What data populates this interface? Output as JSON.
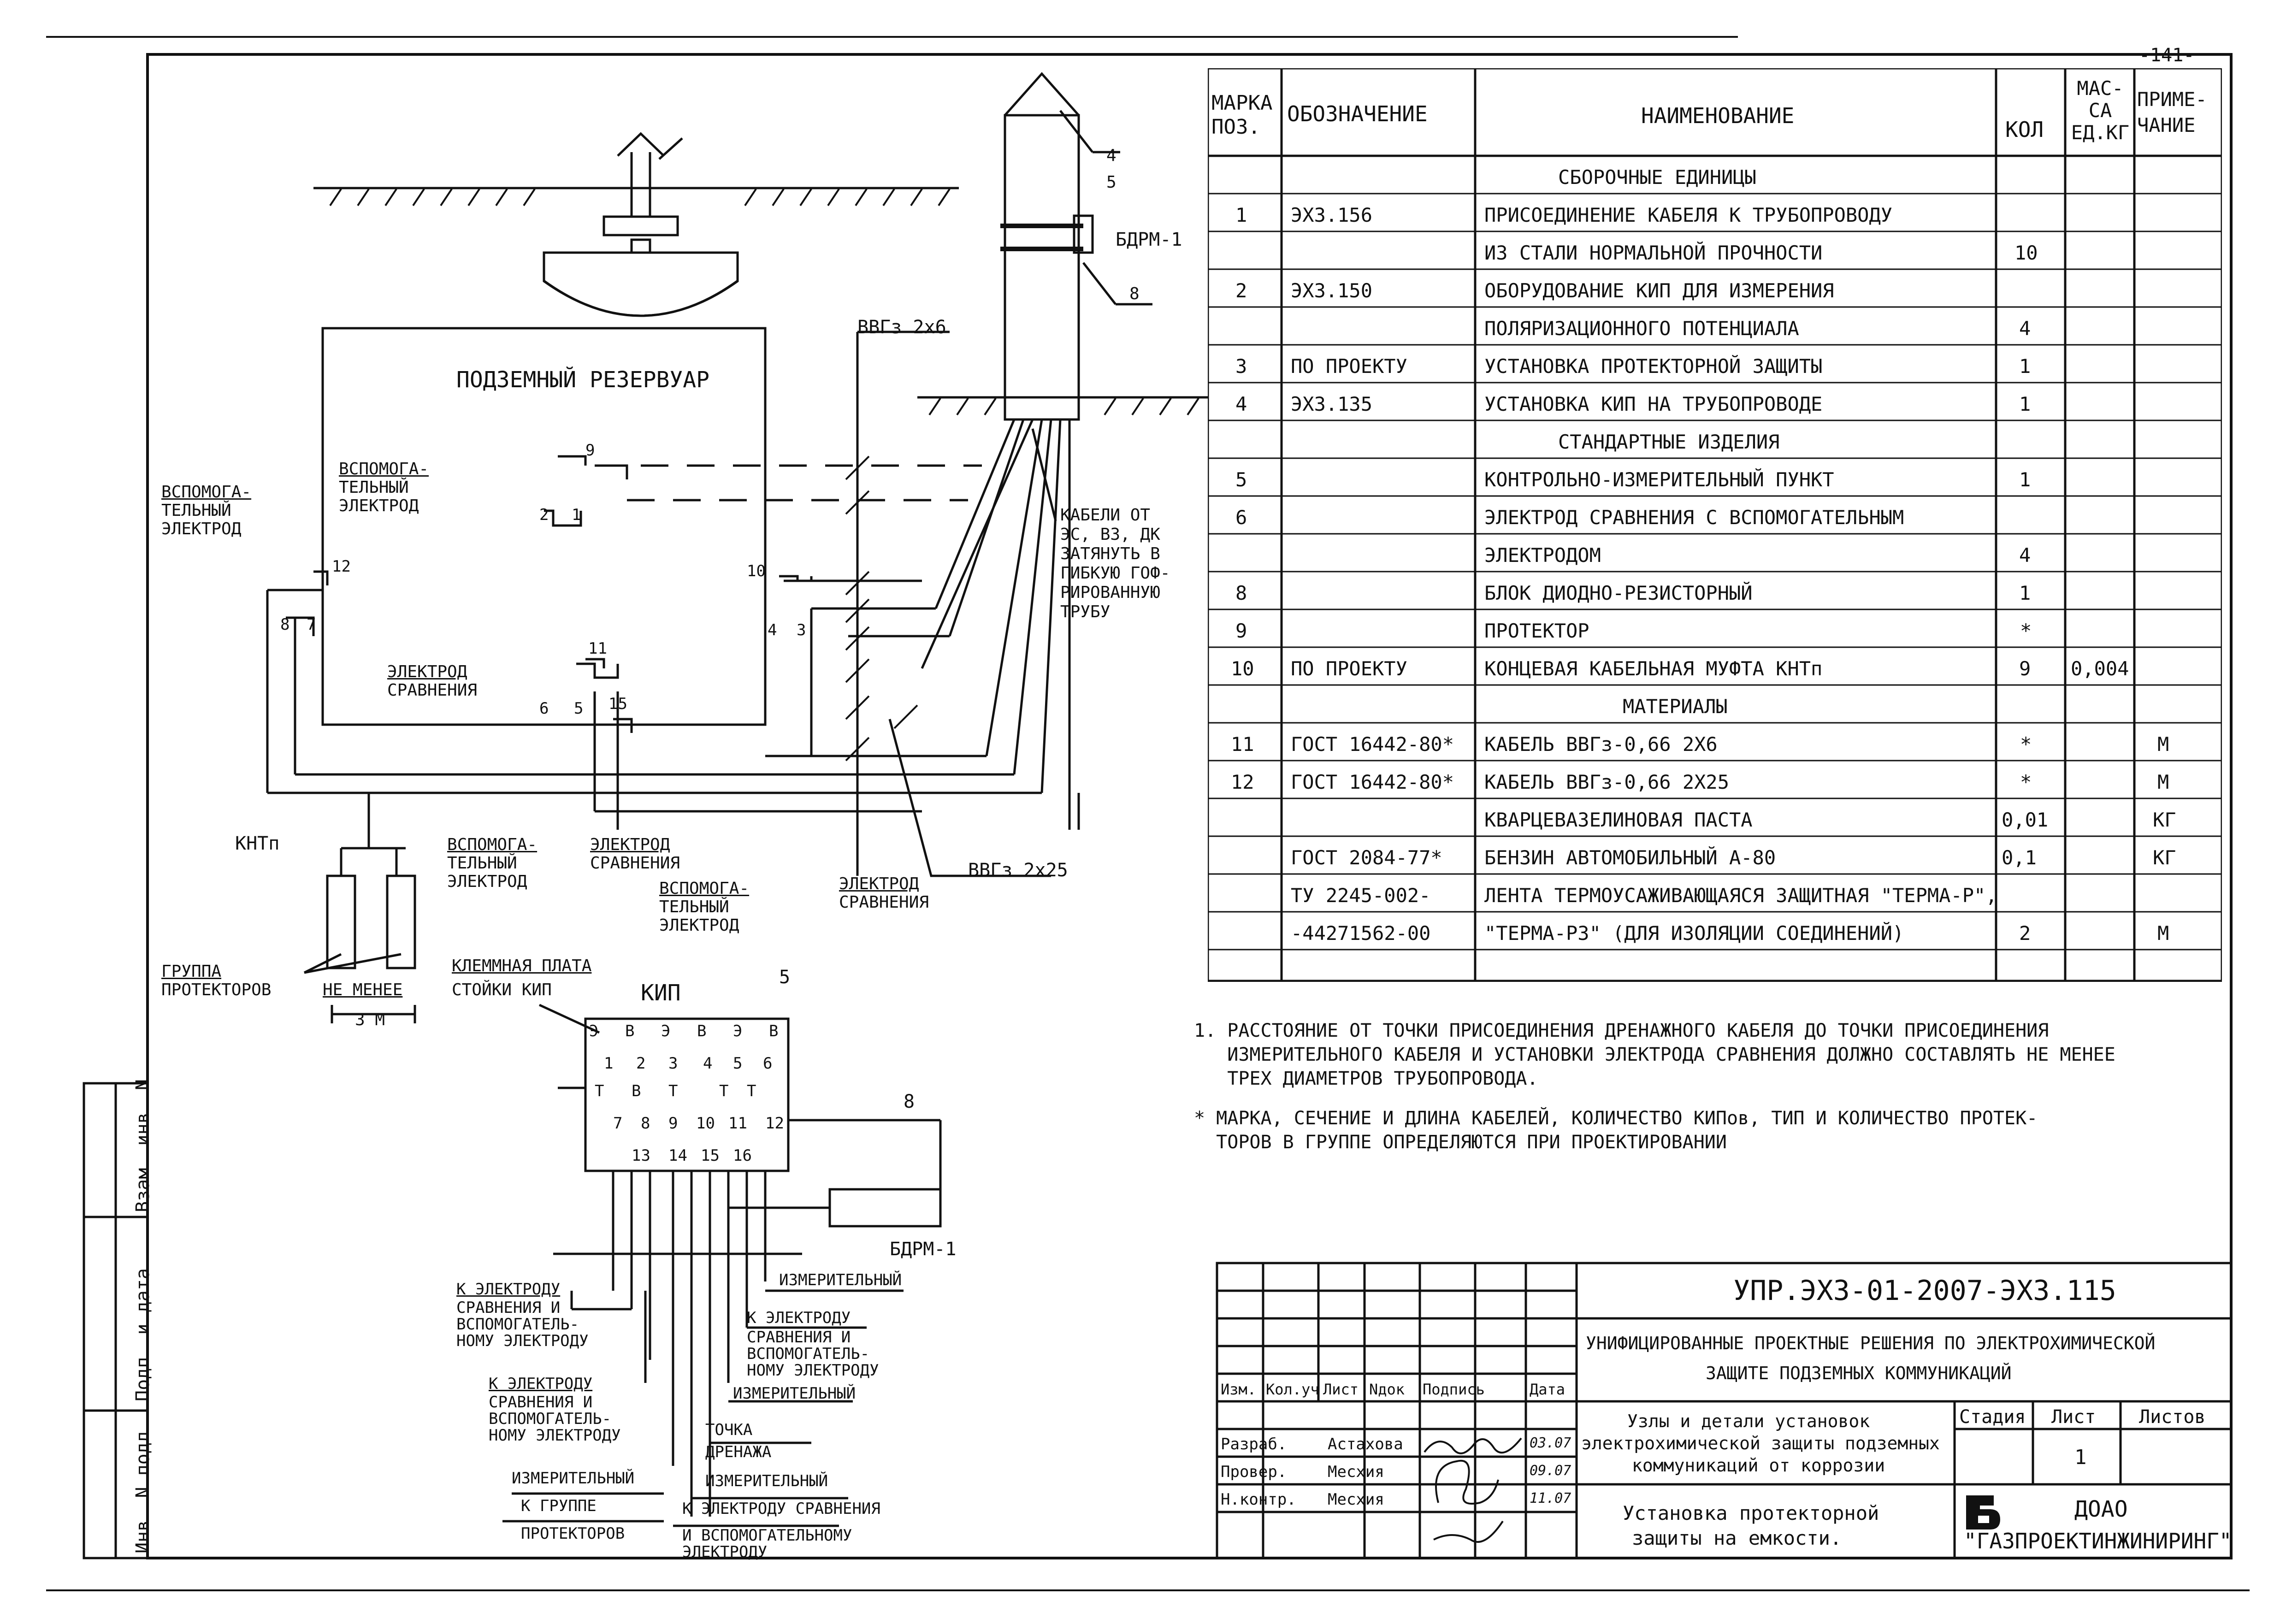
{
  "page_number": "-141-",
  "diagram": {
    "reservoir_label": "ПОДЗЕМНЫЙ РЕЗЕРВУАР",
    "cable_top": "ВВГз 2х6",
    "cable_bottom": "ВВГз 2х25",
    "bdrm_top": "БДРМ-1",
    "bdrm_bottom": "БДРМ-1",
    "cables_note": [
      "КАБЕЛИ ОТ",
      "ЭС, ВЗ, ДК",
      "ЗАТЯНУТЬ В",
      "ГИБКУЮ ГОФ-",
      "РИРОВАННУЮ",
      "ТРУБУ"
    ],
    "aux_electrode_left": [
      "ВСПОМОГА-",
      "ТЕЛЬНЫЙ",
      "ЭЛЕКТРОД"
    ],
    "aux_electrode_inner": [
      "ВСПОМОГА-",
      "ТЕЛЬНЫЙ",
      "ЭЛЕКТРОД"
    ],
    "aux_electrode_bottom1": [
      "ВСПОМОГА-",
      "ТЕЛЬНЫЙ",
      "ЭЛЕКТРОД"
    ],
    "aux_electrode_bottom2": [
      "ВСПОМОГА-",
      "ТЕЛЬНЫЙ",
      "ЭЛЕКТРОД"
    ],
    "ref_electrode_left": [
      "ЭЛЕКТРОД",
      "СРАВНЕНИЯ"
    ],
    "ref_electrode_b1": [
      "ЭЛЕКТРОД",
      "СРАВНЕНИЯ"
    ],
    "ref_electrode_b2": [
      "ЭЛЕКТРОД",
      "СРАВНЕНИЯ"
    ],
    "kntp": "КНТп",
    "protector_group": [
      "ГРУППА",
      "ПРОТЕКТОРОВ"
    ],
    "min_distance": [
      "НЕ МЕНЕЕ",
      "3 М"
    ],
    "callouts": [
      "4",
      "5",
      "8",
      "9",
      "2",
      "1",
      "12",
      "10",
      "8",
      "7",
      "4",
      "3",
      "11",
      "6",
      "5",
      "15"
    ],
    "kip_title": "КИП",
    "terminal_plate": [
      "КЛЕММНАЯ ПЛАТА",
      "СТОЙКИ КИП"
    ],
    "kip_callout": "5",
    "kip_rail": [
      "Э",
      "В",
      "Э",
      "В",
      "Э",
      "В"
    ],
    "kip_terminals": [
      "1",
      "2",
      "3",
      "4",
      "5",
      "6",
      "7",
      "8",
      "9",
      "10",
      "11",
      "12",
      "13",
      "14",
      "15",
      "16"
    ],
    "kip_sub": [
      "Т",
      "В",
      "Т",
      "Т",
      "Т"
    ],
    "bdrm_callout": "8",
    "leg_left": [
      [
        "К ЭЛЕКТРОДУ",
        "СРАВНЕНИЯ И",
        "ВСПОМОГАТЕЛЬ-",
        "НОМУ ЭЛЕКТРОДУ"
      ],
      [
        "К ЭЛЕКТРОДУ",
        "СРАВНЕНИЯ И",
        "ВСПОМОГАТЕЛЬ-",
        "НОМУ ЭЛЕКТРОДУ"
      ],
      [
        "ИЗМЕРИТЕЛЬНЫЙ"
      ],
      [
        "К ГРУППЕ",
        "ПРОТЕКТОРОВ"
      ]
    ],
    "leg_right": [
      [
        "ИЗМЕРИТЕЛЬНЫЙ"
      ],
      [
        "К ЭЛЕКТРОДУ",
        "СРАВНЕНИЯ И",
        "ВСПОМОГАТЕЛЬ-",
        "НОМУ ЭЛЕКТРОДУ"
      ],
      [
        "ИЗМЕРИТЕЛЬНЫЙ"
      ],
      [
        "ТОЧКА",
        "ДРЕНАЖА"
      ],
      [
        "ИЗМЕРИТЕЛЬНЫЙ"
      ],
      [
        "К ЭЛЕКТРОДУ СРАВНЕНИЯ",
        "И ВСПОМОГАТЕЛЬНОМУ",
        "ЭЛЕКТРОДУ"
      ]
    ],
    "side_stamp": [
      "Инв. N подл.",
      "Подп. и дата",
      "Взам. инв. N"
    ]
  },
  "spec_table": {
    "headers": [
      "МАРКА ПОЗ.",
      "ОБОЗНАЧЕНИЕ",
      "НАИМЕНОВАНИЕ",
      "КОЛ",
      "МАС- СА ЕД.КГ",
      "ПРИМЕ- ЧАНИЕ"
    ],
    "rows": [
      {
        "section": "СБОРОЧНЫЕ ЕДИНИЦЫ"
      },
      {
        "pos": "1",
        "code": "ЭХЗ.156",
        "name": "ПРИСОЕДИНЕНИЕ КАБЕЛЯ К ТРУБОПРОВОДУ",
        "qty": "",
        "mass": "",
        "note": ""
      },
      {
        "pos": "",
        "code": "",
        "name": "ИЗ СТАЛИ НОРМАЛЬНОЙ ПРОЧНОСТИ",
        "qty": "10",
        "mass": "",
        "note": ""
      },
      {
        "pos": "2",
        "code": "ЭХЗ.150",
        "name": "ОБОРУДОВАНИЕ КИП ДЛЯ ИЗМЕРЕНИЯ",
        "qty": "",
        "mass": "",
        "note": ""
      },
      {
        "pos": "",
        "code": "",
        "name": "ПОЛЯРИЗАЦИОННОГО ПОТЕНЦИАЛА",
        "qty": "4",
        "mass": "",
        "note": ""
      },
      {
        "pos": "3",
        "code": "ПО ПРОЕКТУ",
        "name": "УСТАНОВКА ПРОТЕКТОРНОЙ ЗАЩИТЫ",
        "qty": "1",
        "mass": "",
        "note": ""
      },
      {
        "pos": "4",
        "code": "ЭХЗ.135",
        "name": "УСТАНОВКА КИП НА ТРУБОПРОВОДЕ",
        "qty": "1",
        "mass": "",
        "note": ""
      },
      {
        "section": "СТАНДАРТНЫЕ ИЗДЕЛИЯ"
      },
      {
        "pos": "5",
        "code": "",
        "name": "КОНТРОЛЬНО-ИЗМЕРИТЕЛЬНЫЙ ПУНКТ",
        "qty": "1",
        "mass": "",
        "note": ""
      },
      {
        "pos": "6",
        "code": "",
        "name": "ЭЛЕКТРОД СРАВНЕНИЯ С ВСПОМОГАТЕЛЬНЫМ",
        "qty": "",
        "mass": "",
        "note": ""
      },
      {
        "pos": "",
        "code": "",
        "name": "ЭЛЕКТРОДОМ",
        "qty": "4",
        "mass": "",
        "note": ""
      },
      {
        "pos": "8",
        "code": "",
        "name": "БЛОК ДИОДНО-РЕЗИСТОРНЫЙ",
        "qty": "1",
        "mass": "",
        "note": ""
      },
      {
        "pos": "9",
        "code": "",
        "name": "ПРОТЕКТОР",
        "qty": "*",
        "mass": "",
        "note": ""
      },
      {
        "pos": "10",
        "code": "ПО ПРОЕКТУ",
        "name": "КОНЦЕВАЯ КАБЕЛЬНАЯ МУФТА КНТп",
        "qty": "9",
        "mass": "0,004",
        "note": ""
      },
      {
        "section": "МАТЕРИАЛЫ"
      },
      {
        "pos": "11",
        "code": "ГОСТ 16442-80*",
        "name": "КАБЕЛЬ ВВГз-0,66 2Х6",
        "qty": "*",
        "mass": "",
        "note": "М"
      },
      {
        "pos": "12",
        "code": "ГОСТ 16442-80*",
        "name": "КАБЕЛЬ ВВГз-0,66 2Х25",
        "qty": "*",
        "mass": "",
        "note": "М"
      },
      {
        "pos": "",
        "code": "",
        "name": "КВАРЦЕВАЗЕЛИНОВАЯ ПАСТА",
        "qty": "0,01",
        "mass": "",
        "note": "КГ"
      },
      {
        "pos": "",
        "code": "ГОСТ 2084-77*",
        "name": "БЕНЗИН АВТОМОБИЛЬНЫЙ А-80",
        "qty": "0,1",
        "mass": "",
        "note": "КГ"
      },
      {
        "pos": "",
        "code": "ТУ 2245-002-",
        "name": "ЛЕНТА ТЕРМОУСАЖИВАЮЩАЯСЯ ЗАЩИТНАЯ \"ТЕРМА-Р\",",
        "qty": "",
        "mass": "",
        "note": ""
      },
      {
        "pos": "",
        "code": "-44271562-00",
        "name": "\"ТЕРМА-РЗ\" (ДЛЯ ИЗОЛЯЦИИ СОЕДИНЕНИЙ)",
        "qty": "2",
        "mass": "",
        "note": "М"
      }
    ]
  },
  "notes": {
    "n1": "1. РАССТОЯНИЕ ОТ ТОЧКИ ПРИСОЕДИНЕНИЯ ДРЕНАЖНОГО КАБЕЛЯ ДО ТОЧКИ ПРИСОЕДИНЕНИЯ\n   ИЗМЕРИТЕЛЬНОГО КАБЕЛЯ И УСТАНОВКИ ЭЛЕКТРОДА СРАВНЕНИЯ ДОЛЖНО СОСТАВЛЯТЬ НЕ МЕНЕЕ\n   ТРЕХ ДИАМЕТРОВ ТРУБОПРОВОДА.",
    "n2": "* МАРКА, СЕЧЕНИЕ И ДЛИНА КАБЕЛЕЙ, КОЛИЧЕСТВО КИПов, ТИП И КОЛИЧЕСТВО ПРОТЕК-\n  ТОРОВ В ГРУППЕ ОПРЕДЕЛЯЮТСЯ ПРИ ПРОЕКТИРОВАНИИ"
  },
  "title_block": {
    "doc_code": "УПР.ЭХЗ-01-2007-ЭХЗ.115",
    "project_title": [
      "УНИФИЦИРОВАННЫЕ ПРОЕКТНЫЕ РЕШЕНИЯ ПО ЭЛЕКТРОХИМИЧЕСКОЙ",
      "ЗАЩИТЕ ПОДЗЕМНЫХ КОММУНИКАЦИЙ"
    ],
    "rev_headers": [
      "Изм.",
      "Кол.уч",
      "Лист",
      "Nдок",
      "Подпись",
      "Дата"
    ],
    "people": [
      {
        "role": "Разраб.",
        "name": "Астахова",
        "date": "03.07"
      },
      {
        "role": "Провер.",
        "name": "Месхия",
        "date": "09.07"
      },
      {
        "role": "Н.контр.",
        "name": "Месхия",
        "date": "11.07"
      }
    ],
    "sheet_title": [
      "Узлы и детали установок",
      "электрохимической защиты подземных",
      "коммуникаций от коррозии"
    ],
    "drawing_title": [
      "Установка протекторной",
      "защиты на емкости."
    ],
    "stage_headers": [
      "Стадия",
      "Лист",
      "Листов"
    ],
    "sheet": "1",
    "org": [
      "ДОАО",
      "\"ГАЗПРОЕКТИНЖИНИРИНГ\""
    ]
  }
}
